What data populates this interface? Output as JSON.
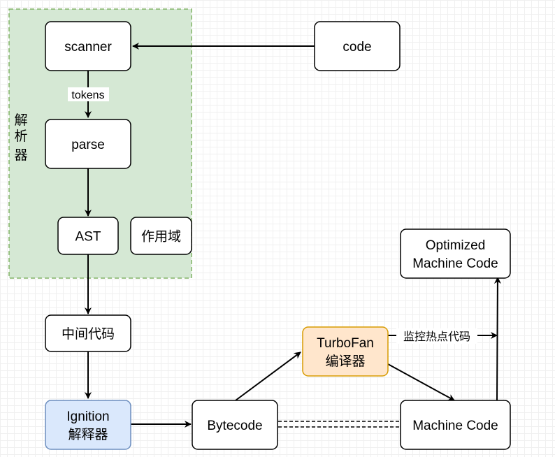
{
  "group": {
    "label_lines": [
      "解",
      "析",
      "器"
    ],
    "fill": "#d5e8d4",
    "stroke": "#82b366"
  },
  "nodes": {
    "scanner": {
      "lines": [
        "scanner"
      ]
    },
    "code": {
      "lines": [
        "code"
      ]
    },
    "parse": {
      "lines": [
        "parse"
      ]
    },
    "ast": {
      "lines": [
        "AST"
      ]
    },
    "scope": {
      "lines": [
        "作用域"
      ]
    },
    "ir": {
      "lines": [
        "中间代码"
      ]
    },
    "ignition": {
      "lines": [
        "Ignition",
        "解释器"
      ],
      "fill": "#dae8fc",
      "stroke": "#6c8ebf"
    },
    "bytecode": {
      "lines": [
        "Bytecode"
      ]
    },
    "turbofan": {
      "lines": [
        "TurboFan",
        "编译器"
      ],
      "fill": "#ffe6cc",
      "stroke": "#d79b00"
    },
    "machine_code": {
      "lines": [
        "Machine Code"
      ]
    },
    "optimized": {
      "lines": [
        "Optimized",
        "Machine Code"
      ]
    }
  },
  "edge_labels": {
    "tokens": "tokens",
    "hot_monitor": "监控热点代码"
  },
  "colors": {
    "default_fill": "#ffffff",
    "default_stroke": "#000000",
    "edge": "#000000"
  }
}
